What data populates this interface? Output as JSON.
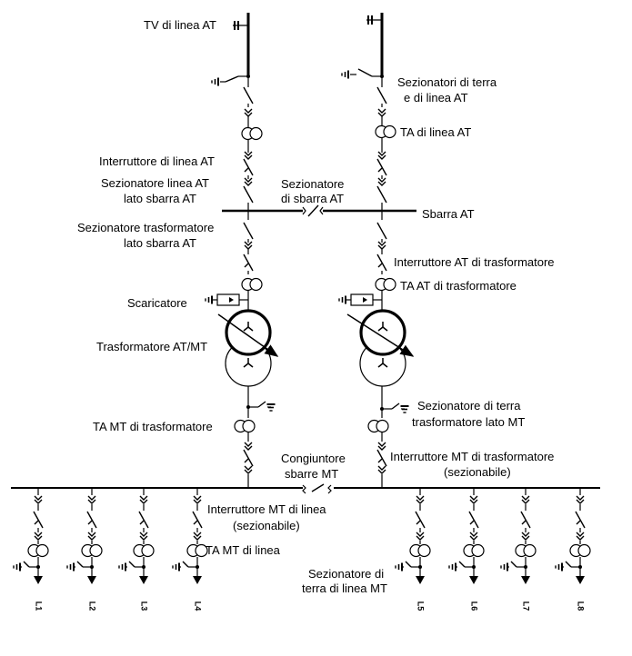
{
  "labels": {
    "tv_linea_at": "TV di linea AT",
    "sez_terra_1": "Sezionatori di terra",
    "sez_terra_2": "e di linea AT",
    "ta_linea_at": "TA di linea AT",
    "interruttore_linea_at": "Interruttore di linea AT",
    "sez_linea_at_1": "Sezionatore linea AT",
    "sez_linea_at_2": "lato sbarra AT",
    "sez_sbarra_1": "Sezionatore",
    "sez_sbarra_2": "di sbarra AT",
    "sbarra_at": "Sbarra AT",
    "sez_trasf_1": "Sezionatore trasformatore",
    "sez_trasf_2": "lato sbarra AT",
    "interruttore_at_trasf": "Interruttore AT di trasformatore",
    "ta_at_trasf": "TA  AT di trasformatore",
    "scaricatore": "Scaricatore",
    "trasformatore": "Trasformatore AT/MT",
    "sez_terra_trasf_1": "Sezionatore di terra",
    "sez_terra_trasf_2": "trasformatore lato MT",
    "ta_mt_trasf": "TA  MT di trasformatore",
    "congiuntore_1": "Congiuntore",
    "congiuntore_2": "sbarre MT",
    "int_mt_trasf_1": "Interruttore MT di trasformatore",
    "int_mt_trasf_2": "(sezionabile)",
    "int_mt_linea_1": "Interruttore MT di linea",
    "int_mt_linea_2": "(sezionabile)",
    "ta_mt_linea": "TA  MT di linea",
    "sez_terra_linea_1": "Sezionatore di",
    "sez_terra_linea_2": "terra di linea MT"
  },
  "feeders": [
    "L1",
    "L2",
    "L3",
    "L4",
    "L5",
    "L6",
    "L7",
    "L8"
  ]
}
